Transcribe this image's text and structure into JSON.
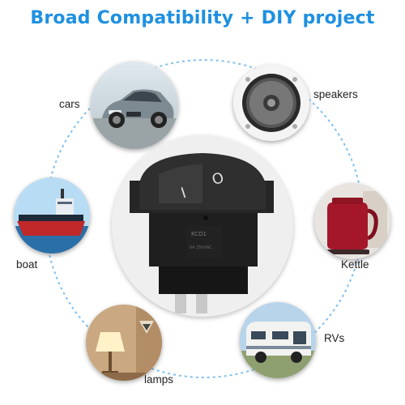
{
  "title": "Broad Compatibility + DIY project",
  "accent_color": "#1e90e0",
  "items": [
    {
      "label": "cars",
      "icon": "car-image"
    },
    {
      "label": "speakers",
      "icon": "speaker-image"
    },
    {
      "label": "boat",
      "icon": "boat-image"
    },
    {
      "label": "Kettle",
      "icon": "kettle-image"
    },
    {
      "label": "lamps",
      "icon": "lamp-image"
    },
    {
      "label": "RVs",
      "icon": "rv-image"
    }
  ],
  "switch": {
    "on_symbol": "I",
    "off_symbol": "O",
    "model_text": "KCD1",
    "rating_text": "6A 250VAC"
  }
}
